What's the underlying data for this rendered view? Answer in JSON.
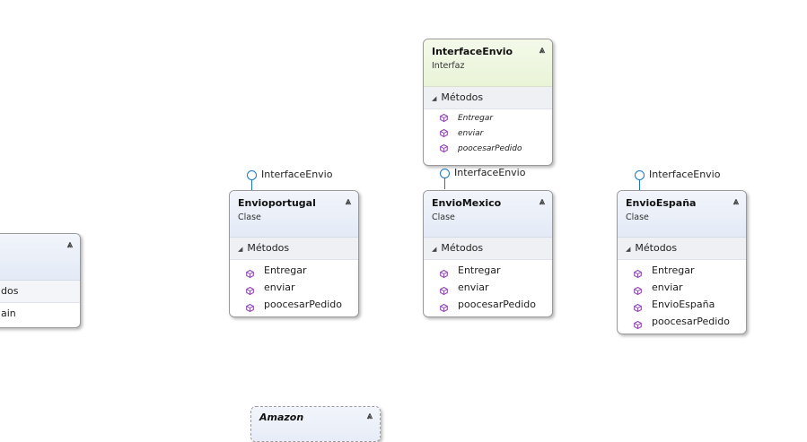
{
  "colors": {
    "method_icon": "#8d3fb4",
    "lollipop": "#1a76c7"
  },
  "interface_envio": {
    "title": "InterfaceEnvio",
    "stereotype": "Interfaz",
    "section": "Métodos",
    "methods": [
      "Entregar",
      "enviar",
      "poocesarPedido"
    ]
  },
  "lollipops": {
    "portugal": "InterfaceEnvio",
    "mexico": "InterfaceEnvio",
    "espana": "InterfaceEnvio"
  },
  "envio_portugal": {
    "title": "Envioportugal",
    "stereotype": "Clase",
    "section": "Métodos",
    "methods": [
      "Entregar",
      "enviar",
      "poocesarPedido"
    ]
  },
  "envio_mexico": {
    "title": "EnvioMexico",
    "stereotype": "Clase",
    "section": "Métodos",
    "methods": [
      "Entregar",
      "enviar",
      "poocesarPedido"
    ]
  },
  "envio_espana": {
    "title": "EnvioEspaña",
    "stereotype": "Clase",
    "section": "Métodos",
    "methods": [
      "Entregar",
      "enviar",
      "EnvioEspaña",
      "poocesarPedido"
    ]
  },
  "partial_box": {
    "section": "dos",
    "item": "ain"
  },
  "amazon": {
    "title": "Amazon"
  },
  "collapse_glyph": "⩓"
}
